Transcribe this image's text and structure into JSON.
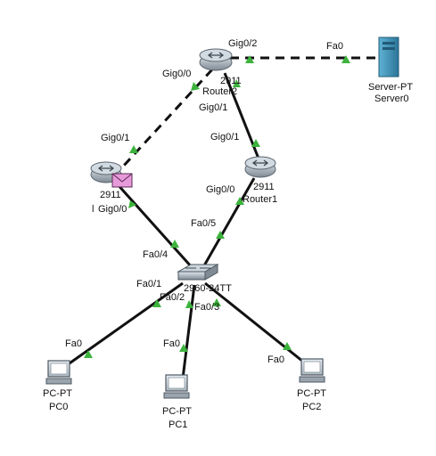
{
  "devices": {
    "router2": {
      "model": "2911",
      "name": "Router2"
    },
    "router0": {
      "model": "2911",
      "prefix": "l",
      "port": "Gig0/0"
    },
    "router1": {
      "model": "2911",
      "name": "Router1"
    },
    "switch0": {
      "text": "2960-24TT"
    },
    "server0": {
      "model": "Server-PT",
      "name": "Server0"
    },
    "pc0": {
      "model": "PC-PT",
      "name": "PC0"
    },
    "pc1": {
      "model": "PC-PT",
      "name": "PC1"
    },
    "pc2": {
      "model": "PC-PT",
      "name": "PC2"
    }
  },
  "ports": {
    "r2_gig02": "Gig0/2",
    "server_fa0": "Fa0",
    "r2_gig00": "Gig0/0",
    "r2_gig01": "Gig0/1",
    "r0_gig01": "Gig0/1",
    "r1_gig01": "Gig0/1",
    "r1_gig00": "Gig0/0",
    "sw_fa05": "Fa0/5",
    "sw_fa04": "Fa0/4",
    "sw_fa01": "Fa0/1",
    "sw_fa02": "Fa0/2",
    "sw_fa03": "Fa0/3",
    "pc0_fa0": "Fa0",
    "pc1_fa0": "Fa0",
    "pc2_fa0": "Fa0"
  },
  "colors": {
    "link": "#111111",
    "link_up": "#3cb33c",
    "envelope": "#e79ad9",
    "router_body": "#9aa4ad",
    "server_body": "#3c8fb3"
  }
}
